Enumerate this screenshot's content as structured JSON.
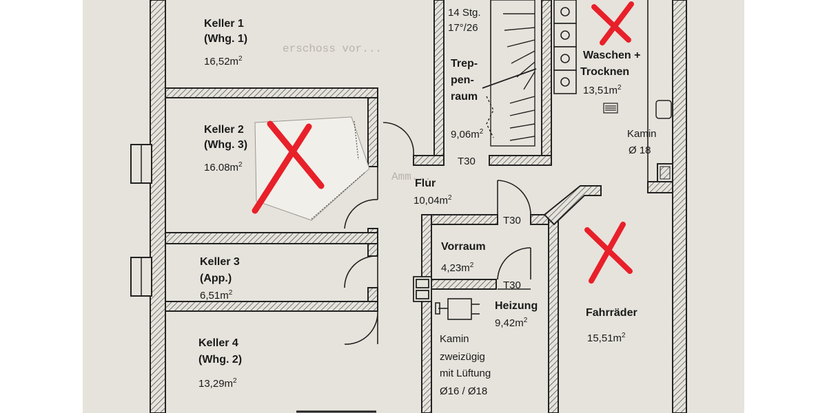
{
  "rooms": {
    "keller1": {
      "name": "Keller 1",
      "sub": "(Whg. 1)",
      "area": "16,52",
      "unit": "2"
    },
    "keller2": {
      "name": "Keller 2",
      "sub": "(Whg. 3)",
      "area": "16.08",
      "unit": "2"
    },
    "keller3": {
      "name": "Keller 3",
      "sub": "(App.)",
      "area": "6,51",
      "unit": "2"
    },
    "keller4": {
      "name": "Keller 4",
      "sub": "(Whg. 2)",
      "area": "13,29",
      "unit": "2"
    },
    "treppenraum": {
      "line1": "Trep-",
      "line2": "pen-",
      "line3": "raum",
      "area": "9,06",
      "unit": "2",
      "stairs": "14 Stg.",
      "ratio": "17°/26"
    },
    "waschen": {
      "line1": "Waschen +",
      "line2": "Trocknen",
      "area": "13,51",
      "unit": "2"
    },
    "kamin_top": {
      "label": "Kamin",
      "size": "Ø 18"
    },
    "flur": {
      "name": "Flur",
      "area": "10,04",
      "unit": "2"
    },
    "vorraum": {
      "name": "Vorraum",
      "area": "4,23",
      "unit": "2"
    },
    "heizung": {
      "name": "Heizung",
      "area": "9,42",
      "unit": "2"
    },
    "kamin_heizung": {
      "line1": "Kamin",
      "line2": "zweizügig",
      "line3": "mit Lüftung",
      "line4": "Ø16 / Ø18"
    },
    "fahrraeder": {
      "name": "Fahrräder",
      "area": "15,51",
      "unit": "2"
    }
  },
  "doors": {
    "t30_stair": "T30",
    "t30_vorraum_top": "T30",
    "t30_vorraum_bottom": "T30"
  },
  "area_prefix": "m",
  "marks": {
    "color": "#e8202a",
    "count": 3
  },
  "colors": {
    "paper": "#e6e3dc",
    "ink": "#1a1a1a",
    "hatch": "#555555"
  }
}
